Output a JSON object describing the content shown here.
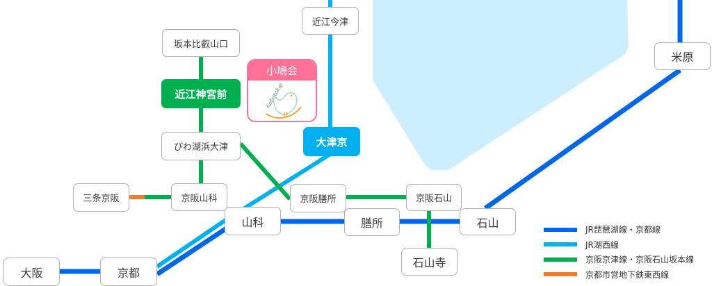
{
  "colors": {
    "jr_biwako_kyoto": "#0068e8",
    "jr_kosei": "#00b0f0",
    "keihan": "#00b050",
    "subway_tozai": "#ed7d31",
    "lake": "#cdeeff"
  },
  "stations": [
    {
      "id": "omi-imazu",
      "name": "近江今津"
    },
    {
      "id": "sakamoto-hieizanguchi",
      "name": "坂本比叡山口"
    },
    {
      "id": "omi-jingumae",
      "name": "近江神宮前"
    },
    {
      "id": "biwako-hamaotsu",
      "name": "びわ湖浜大津"
    },
    {
      "id": "otsukyo",
      "name": "大津京"
    },
    {
      "id": "sanjo-keihan",
      "name": "三条京阪"
    },
    {
      "id": "keihan-yamashina",
      "name": "京阪山科"
    },
    {
      "id": "yamashina",
      "name": "山科"
    },
    {
      "id": "keihan-zeze",
      "name": "京阪膳所"
    },
    {
      "id": "zeze",
      "name": "膳所"
    },
    {
      "id": "keihan-ishiyama",
      "name": "京阪石山"
    },
    {
      "id": "ishiyama",
      "name": "石山"
    },
    {
      "id": "ishiyamadera",
      "name": "石山寺"
    },
    {
      "id": "maibara",
      "name": "米原"
    },
    {
      "id": "osaka",
      "name": "大阪"
    },
    {
      "id": "kyoto",
      "name": "京都"
    }
  ],
  "logo": {
    "title": "小鳩会",
    "wordmark": "kobatokai"
  },
  "legend": [
    {
      "label": "JR琵琶湖線・京都線",
      "color": "#0068e8"
    },
    {
      "label": "JR湖西線",
      "color": "#00b0f0"
    },
    {
      "label": "京阪京津線・京阪石山坂本線",
      "color": "#00b050"
    },
    {
      "label": "京都市営地下鉄東西線",
      "color": "#ed7d31"
    }
  ]
}
